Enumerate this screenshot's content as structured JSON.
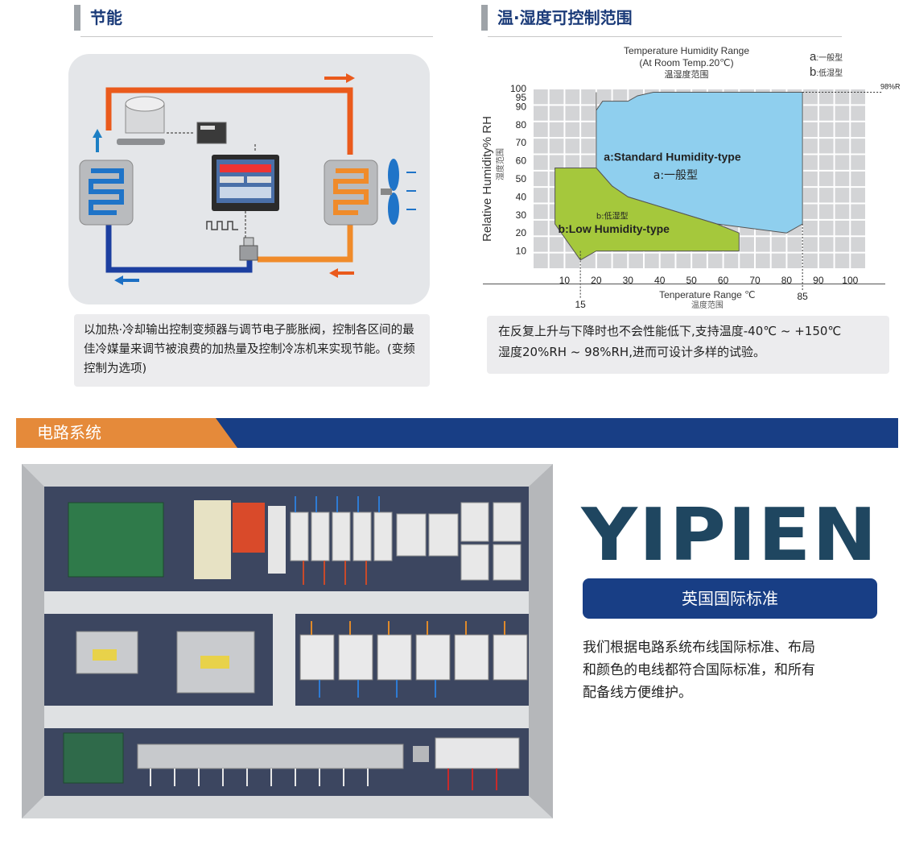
{
  "energy": {
    "title": "节能",
    "caption": "以加热·冷却输出控制变频器与调节电子膨胀阀，控制各区间的最佳冷媒量来调节被浪费的加热量及控制冷冻机来实现节能。(变频控制为选项)",
    "pulse_label": "ꟷꟷꟷ"
  },
  "range": {
    "title": "温·湿度可控制范围",
    "caption_line1": "在反复上升与下降时也不会性能低下,支持温度-40℃ ~ +150℃",
    "caption_line2": "湿度20%RH ~ 98%RH,进而可设计多样的试验。"
  },
  "chart_data": {
    "type": "area",
    "title_line1": "Temperature Humidity Range",
    "title_line2": "(At Room Temp.20℃)",
    "title_line3": "温湿度范围",
    "legend": [
      {
        "key": "a",
        "text": ":一般型",
        "color": "#8fcfee"
      },
      {
        "key": "b",
        "text": ":低湿型",
        "color": "#a5c83c"
      }
    ],
    "xlabel": "Tenperature Range ℃",
    "xlabel_cn": "温度范围",
    "ylabel": "Relative Humidity% RH",
    "ylabel_cn": "湿度范围",
    "x_ticks": [
      "10",
      "20",
      "30",
      "40",
      "50",
      "60",
      "70",
      "80",
      "90",
      "100"
    ],
    "y_ticks": [
      "10",
      "20",
      "30",
      "40",
      "50",
      "60",
      "70",
      "80",
      "90",
      "95",
      "100"
    ],
    "xlim": [
      0,
      105
    ],
    "ylim": [
      0,
      100
    ],
    "marker_98": "98%R",
    "marker_15": "15",
    "marker_85": "85",
    "series": [
      {
        "name": "a:Standard Humidity-type",
        "name_cn": "a:一般型",
        "color": "#8fcfee",
        "points": [
          [
            20,
            98
          ],
          [
            20,
            88
          ],
          [
            22,
            93
          ],
          [
            30,
            93
          ],
          [
            33,
            96
          ],
          [
            38,
            98
          ],
          [
            85,
            98
          ],
          [
            85,
            25
          ],
          [
            80,
            20
          ],
          [
            58,
            25
          ],
          [
            30,
            40
          ],
          [
            25,
            46
          ],
          [
            20,
            56
          ]
        ]
      },
      {
        "name": "b:Low Humidity-type",
        "name_cn": "b:低湿型",
        "color": "#a5c83c",
        "points": [
          [
            7,
            56
          ],
          [
            20,
            56
          ],
          [
            25,
            46
          ],
          [
            30,
            40
          ],
          [
            58,
            25
          ],
          [
            65,
            20
          ],
          [
            65,
            10
          ],
          [
            20,
            10
          ],
          [
            15,
            5
          ],
          [
            15,
            5
          ],
          [
            7,
            25
          ]
        ]
      }
    ]
  },
  "circuit": {
    "banner": "电路系统",
    "brand": "YIPIEN",
    "badge": "英国国际标准",
    "desc_line1": "我们根据电路系统布线国际标准、布局",
    "desc_line2": "和颜色的电线都符合国际标准，和所有",
    "desc_line3": "配备线方便维护。"
  }
}
